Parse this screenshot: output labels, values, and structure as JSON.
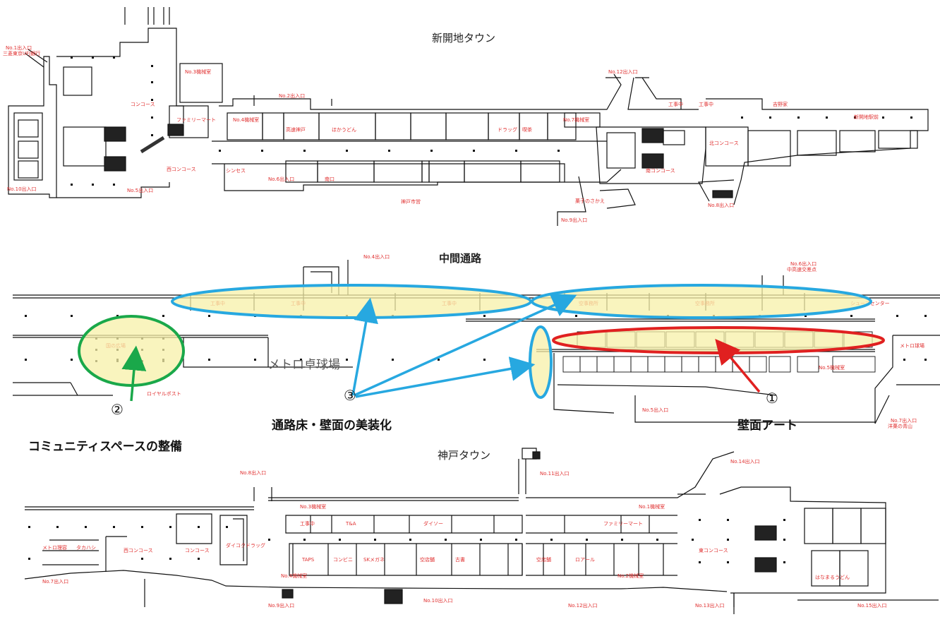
{
  "sections": {
    "top": "新開地タウン",
    "middle": "中間通路",
    "bottom": "神戸タウン"
  },
  "middle_hall": "メトロ卓球場",
  "markers": {
    "one": "①",
    "two": "②",
    "three": "③"
  },
  "callouts": {
    "wall_art": "壁面アート",
    "floor_wall": "通路床・壁面の美装化",
    "community": "コミュニティスペースの整備"
  },
  "colors": {
    "highlight_fill": "#f7f0a8",
    "blue": "#27a8e0",
    "green": "#1aa84a",
    "red": "#e02020",
    "label_red": "#e03030"
  },
  "top_labels": [
    "No.1出入口",
    "三菱東京UFJ銀行",
    "No.3機械室",
    "コンコース",
    "No.2出入口",
    "ファミリーマート",
    "No.4機械室",
    "高速神戸",
    "ほかうどん",
    "ドラッグ",
    "喫茶",
    "シンセス",
    "No.6出入口",
    "南口",
    "No.5出入口",
    "神戸市営",
    "工事中",
    "No.7機械室",
    "北コンコース",
    "吉野家",
    "No.8出入口",
    "No.9出入口",
    "西コンコース",
    "No.10出入口",
    "南コンコース",
    "工事中",
    "菓子のさかえ",
    "No.12出入口",
    "新開地駅前"
  ],
  "mid_labels": [
    "No.4出入口",
    "No.6出入口",
    "シューズセンター",
    "工事中",
    "工事中",
    "工事中",
    "空事務所",
    "空事務所",
    "国の広場",
    "メトロ球場",
    "No.5機械室",
    "No.5出入口",
    "No.7出入口",
    "ロイヤルポスト"
  ],
  "bottom_labels": [
    "No.8出入口",
    "No.11出入口",
    "No.14出入口",
    "No.3機械室",
    "No.1機械室",
    "工事中",
    "T&A",
    "ダイソー",
    "ファミリーマート",
    "コンコース",
    "西コンコース",
    "東コンコース",
    "メトロ理容",
    "タカハシ",
    "TAPS",
    "コンビニ",
    "SKメガネ",
    "空店舗",
    "古書",
    "空店舗",
    "ロアール",
    "ダイコクドラッグ",
    "No.4機械室",
    "No.2機械室",
    "No.7出入口",
    "No.9出入口",
    "No.10出入口",
    "No.12出入口",
    "No.13出入口",
    "No.15出入口",
    "はなまるうどん"
  ]
}
